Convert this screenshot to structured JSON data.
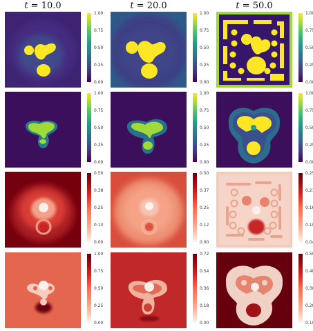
{
  "column_titles": [
    {
      "var": "t",
      "eq": " = ",
      "val": "10.0"
    },
    {
      "var": "t",
      "eq": " = ",
      "val": "20.0"
    },
    {
      "var": "t",
      "eq": " = ",
      "val": "50.0"
    }
  ],
  "colors": {
    "viridis": [
      "#440154",
      "#46327e",
      "#365c8d",
      "#277f8e",
      "#1fa187",
      "#4ac16d",
      "#a0da39",
      "#fde725"
    ],
    "reds": [
      "#fff5f0",
      "#fcbba1",
      "#fc9272",
      "#fb6a4a",
      "#de2d26",
      "#a50f15",
      "#67000d"
    ]
  },
  "chart_data": [
    {
      "type": "heatmap",
      "colormap": "viridis",
      "row": 1,
      "column": 1,
      "colorbar_ticks": [
        "1.00",
        "0.75",
        "0.50",
        "0.25",
        "0.00"
      ]
    },
    {
      "type": "heatmap",
      "colormap": "viridis",
      "row": 1,
      "column": 2,
      "colorbar_ticks": [
        "1.00",
        "0.75",
        "0.50",
        "0.25",
        "0.00"
      ]
    },
    {
      "type": "heatmap",
      "colormap": "viridis",
      "row": 1,
      "column": 3,
      "colorbar_ticks": [
        "1.00",
        "0.75",
        "0.50",
        "0.25",
        "0.00"
      ]
    },
    {
      "type": "heatmap",
      "colormap": "viridis",
      "row": 2,
      "column": 1,
      "colorbar_ticks": [
        "1.00",
        "0.75",
        "0.50",
        "0.25",
        "0.00"
      ]
    },
    {
      "type": "heatmap",
      "colormap": "viridis",
      "row": 2,
      "column": 2,
      "colorbar_ticks": [
        "1.00",
        "0.75",
        "0.50",
        "0.25",
        "0.00"
      ]
    },
    {
      "type": "heatmap",
      "colormap": "viridis",
      "row": 2,
      "column": 3,
      "colorbar_ticks": [
        "1.00",
        "0.75",
        "0.50",
        "0.25",
        "0.00"
      ]
    },
    {
      "type": "heatmap",
      "colormap": "reds",
      "row": 3,
      "column": 1,
      "colorbar_ticks": [
        "0.50",
        "0.38",
        "0.25",
        "0.13",
        "0.00"
      ]
    },
    {
      "type": "heatmap",
      "colormap": "reds",
      "row": 3,
      "column": 2,
      "colorbar_ticks": [
        "0.50",
        "0.37",
        "0.25",
        "0.12",
        "0.00"
      ]
    },
    {
      "type": "heatmap",
      "colormap": "reds",
      "row": 3,
      "column": 3,
      "colorbar_ticks": [
        "0.25",
        "0.21",
        "0.16",
        "0.10",
        "0.04"
      ]
    },
    {
      "type": "heatmap",
      "colormap": "reds",
      "row": 4,
      "column": 1,
      "colorbar_ticks": [
        "1.00",
        "0.75",
        "0.50",
        "0.25",
        "0.00"
      ]
    },
    {
      "type": "heatmap",
      "colormap": "reds",
      "row": 4,
      "column": 2,
      "colorbar_ticks": [
        "0.72",
        "0.54",
        "0.36",
        "0.18",
        "0.00"
      ]
    },
    {
      "type": "heatmap",
      "colormap": "reds",
      "row": 4,
      "column": 3,
      "colorbar_ticks": [
        "0.50",
        "0.40",
        "0.30",
        "0.20",
        "0.10"
      ]
    }
  ]
}
